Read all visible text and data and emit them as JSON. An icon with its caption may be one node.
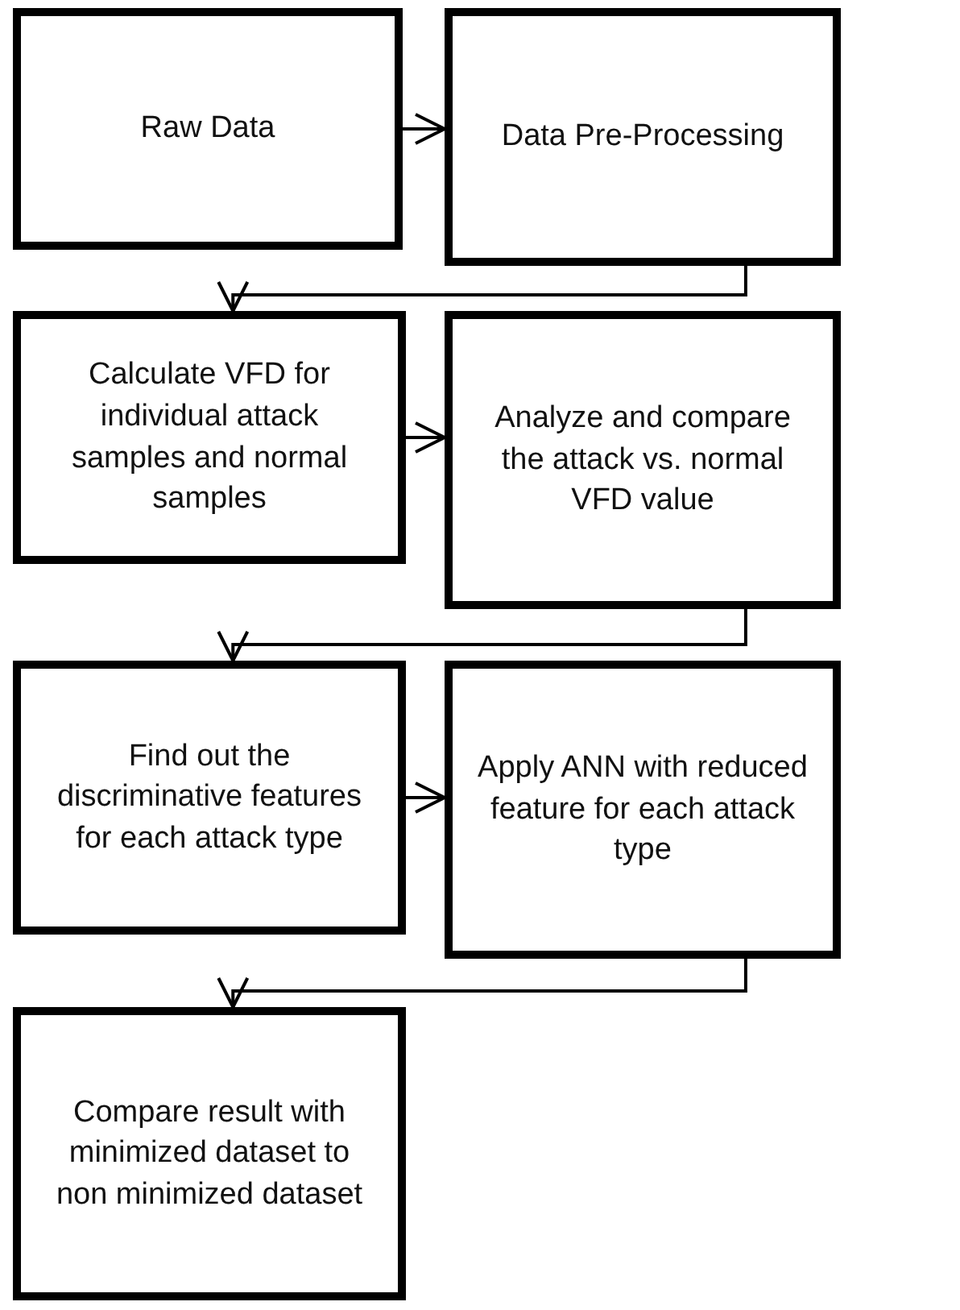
{
  "diagram": {
    "nodes": [
      {
        "text": [
          "Raw Data"
        ]
      },
      {
        "text": [
          "Data Pre-Processing"
        ]
      },
      {
        "text": [
          "Calculate VFD for individual attack samples and normal samples"
        ]
      },
      {
        "text": [
          "Analyze and compare the attack vs. normal VFD value"
        ]
      },
      {
        "text": [
          "Find out the discriminative features for each attack type"
        ]
      },
      {
        "text": [
          "Apply ANN with reduced feature for each attack type"
        ]
      },
      {
        "text": [
          "Compare result with minimized dataset to non minimized dataset"
        ]
      }
    ],
    "edges": [
      {
        "from": 0,
        "to": 1,
        "arrow": "to"
      },
      {
        "from": 1,
        "to": 2,
        "arrow": "to"
      },
      {
        "from": 2,
        "to": 3,
        "arrow": "to"
      },
      {
        "from": 3,
        "to": 4,
        "arrow": "to"
      },
      {
        "from": 4,
        "to": 5,
        "arrow": "to"
      },
      {
        "from": 5,
        "to": 6,
        "arrow": "to"
      }
    ]
  }
}
